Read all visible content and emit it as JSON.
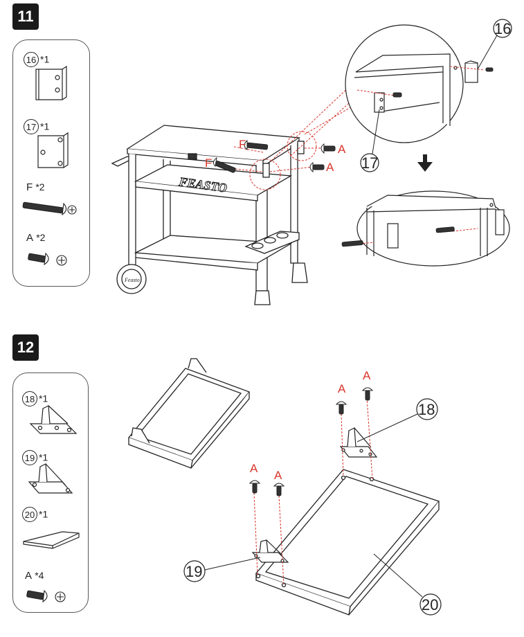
{
  "steps": [
    {
      "number": "11",
      "parts": [
        {
          "id": "16",
          "qty": "*1"
        },
        {
          "id": "17",
          "qty": "*1"
        },
        {
          "id": "F",
          "qty": "*2"
        },
        {
          "id": "A",
          "qty": "*2"
        }
      ],
      "callouts": {
        "a": "16",
        "b": "17"
      },
      "screw_labels": {
        "f1": "F",
        "f2": "F",
        "a1": "A",
        "a2": "A"
      },
      "logo_text": "FEASTO"
    },
    {
      "number": "12",
      "parts": [
        {
          "id": "18",
          "qty": "*1"
        },
        {
          "id": "19",
          "qty": "*1"
        },
        {
          "id": "20",
          "qty": "*1"
        },
        {
          "id": "A",
          "qty": "*4"
        }
      ],
      "callouts": {
        "a": "18",
        "b": "19",
        "c": "20"
      },
      "screw_labels": {
        "a1": "A",
        "a2": "A",
        "a3": "A",
        "a4": "A"
      }
    }
  ],
  "colors": {
    "accent_red": "#d9342b",
    "line": "#222222",
    "badge": "#1a1a1a"
  }
}
